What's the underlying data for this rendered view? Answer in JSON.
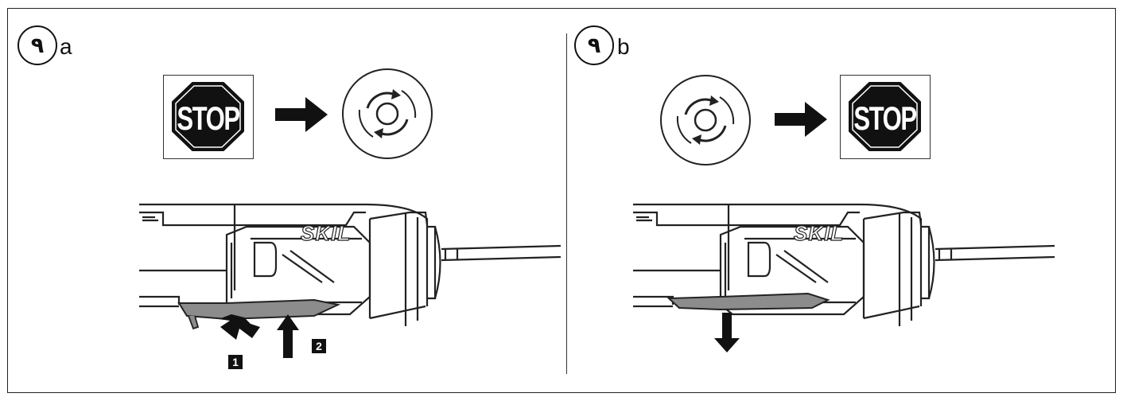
{
  "panels": [
    {
      "id": "a",
      "badge": "٩",
      "letter": "a",
      "stop_text": "STOP",
      "brand": "SKIL",
      "step_numbers": [
        "1",
        "2"
      ]
    },
    {
      "id": "b",
      "badge": "٩",
      "letter": "b",
      "stop_text": "STOP",
      "brand": "SKIL"
    }
  ],
  "colors": {
    "line": "#222222",
    "stop_fill": "#111111",
    "trigger_gray": "#8c8c8c"
  }
}
